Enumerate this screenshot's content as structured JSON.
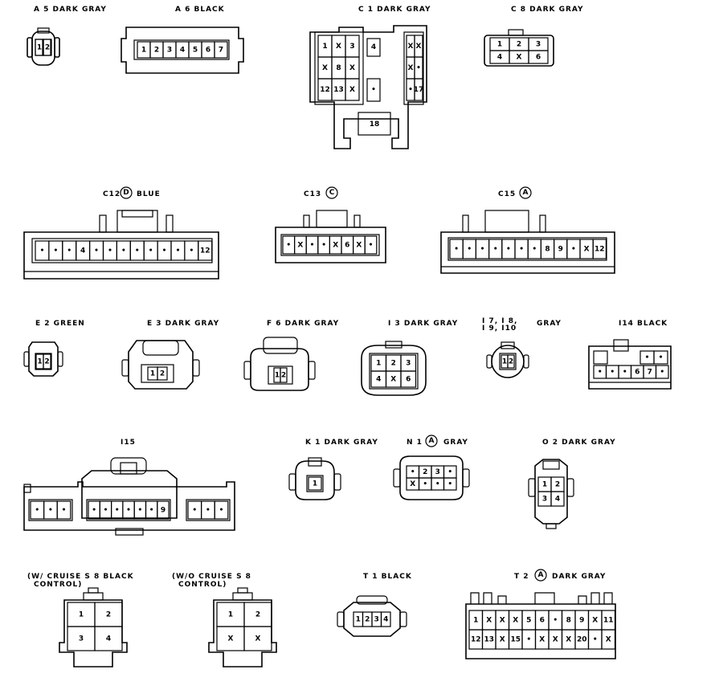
{
  "connectors": {
    "a5": {
      "label": "A 5 DARK GRAY",
      "pins": [
        "1",
        "2"
      ]
    },
    "a6": {
      "label": "A 6 BLACK",
      "pins": [
        "1",
        "2",
        "3",
        "4",
        "5",
        "6",
        "7"
      ]
    },
    "c1": {
      "label": "C 1 DARK GRAY",
      "left_block": [
        [
          "1",
          "X",
          "3"
        ],
        [
          "X",
          "8",
          "X"
        ],
        [
          "12",
          "13",
          "X"
        ]
      ],
      "mid": [
        "4",
        "•"
      ],
      "right_block": [
        [
          "X",
          "X"
        ],
        [
          "X",
          "•"
        ],
        [
          "•",
          "17"
        ]
      ],
      "bottom": "18"
    },
    "c8": {
      "label": "C 8 DARK GRAY",
      "rows": [
        [
          "1",
          "2",
          "3"
        ],
        [
          "4",
          "X",
          "6"
        ]
      ]
    },
    "c12": {
      "label": "C12",
      "mark": "D",
      "color": "BLUE",
      "pins": [
        "•",
        "•",
        "•",
        "4",
        "•",
        "•",
        "•",
        "•",
        "•",
        "•",
        "•",
        "•",
        "12"
      ]
    },
    "c13": {
      "label": "C13",
      "mark": "C",
      "pins": [
        "•",
        "X",
        "•",
        "•",
        "X",
        "6",
        "X",
        "•"
      ]
    },
    "c15": {
      "label": "C15",
      "mark": "A",
      "pins": [
        "•",
        "•",
        "•",
        "•",
        "•",
        "•",
        "•",
        "8",
        "9",
        "•",
        "X",
        "12"
      ]
    },
    "e2": {
      "label": "E 2 GREEN",
      "pins": [
        "1",
        "2"
      ]
    },
    "e3": {
      "label": "E 3 DARK GRAY",
      "pins": [
        "1",
        "2"
      ]
    },
    "f6": {
      "label": "F 6 DARK GRAY",
      "pins": [
        "1",
        "2"
      ]
    },
    "i3": {
      "label": "I 3 DARK GRAY",
      "rows": [
        [
          "1",
          "2",
          "3"
        ],
        [
          "4",
          "X",
          "6"
        ]
      ]
    },
    "i7": {
      "label_line1": "I 7, I 8,",
      "label_line2": "I 9, I10",
      "color": "GRAY",
      "pins": [
        "1",
        "2"
      ]
    },
    "i14": {
      "label": "I14 BLACK",
      "rows": [
        [
          "•",
          "•"
        ],
        [
          "•",
          "•",
          "•",
          "6",
          "7",
          "•"
        ]
      ]
    },
    "i15": {
      "label": "I15",
      "left": [
        "•",
        "•",
        "•"
      ],
      "mid": [
        "•",
        "•",
        "•",
        "•",
        "•",
        "•",
        "9"
      ],
      "right": [
        "•",
        "•",
        "•"
      ]
    },
    "k1": {
      "label": "K 1 DARK GRAY",
      "pins": [
        "1"
      ]
    },
    "n1": {
      "label": "N 1",
      "mark": "A",
      "color": "GRAY",
      "rows": [
        [
          "•",
          "2",
          "3",
          "•"
        ],
        [
          "X",
          "•",
          "•",
          "•"
        ]
      ]
    },
    "o2": {
      "label": "O 2 DARK GRAY",
      "rows": [
        [
          "1",
          "2"
        ],
        [
          "3",
          "4"
        ]
      ]
    },
    "s8a": {
      "label_line1": "(W/ CRUISE S 8  BLACK",
      "label_line2": "CONTROL)",
      "rows": [
        [
          "1",
          "2"
        ],
        [
          "3",
          "4"
        ]
      ]
    },
    "s8b": {
      "label_line1": "(W/O CRUISE S 8",
      "label_line2": "CONTROL)",
      "rows": [
        [
          "1",
          "2"
        ],
        [
          "X",
          "X"
        ]
      ]
    },
    "t1": {
      "label": "T 1 BLACK",
      "pins": [
        "1",
        "2",
        "3",
        "4"
      ]
    },
    "t2": {
      "label": "T 2",
      "mark": "A",
      "color": "DARK GRAY",
      "rows": [
        [
          "1",
          "X",
          "X",
          "X",
          "5",
          "6",
          "•",
          "8",
          "9",
          "X",
          "11"
        ],
        [
          "12",
          "13",
          "X",
          "15",
          "•",
          "X",
          "X",
          "X",
          "20",
          "•",
          "X"
        ]
      ]
    }
  }
}
